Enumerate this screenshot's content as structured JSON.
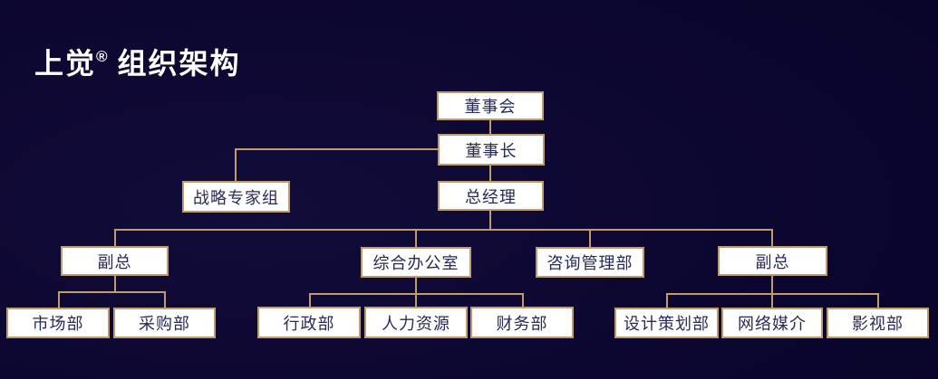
{
  "page": {
    "title": {
      "brand": "上觉",
      "reg_mark": "®",
      "rest": " 组织架构"
    }
  },
  "theme": {
    "background": "#0b0530",
    "line_color": "#bf9c6a",
    "box_fill": "#ffffff",
    "box_border": "#bf9c6a",
    "box_text_color": "#272b58",
    "title_color": "#ffffff"
  },
  "org_chart": {
    "type": "org-tree",
    "nodes": [
      {
        "id": "board",
        "label": "董事会",
        "level": 1
      },
      {
        "id": "chairman",
        "label": "董事长",
        "level": 2
      },
      {
        "id": "strategy",
        "label": "战略专家组",
        "level": 3
      },
      {
        "id": "gm",
        "label": "总经理",
        "level": 3
      },
      {
        "id": "vp-left",
        "label": "副总",
        "level": 4
      },
      {
        "id": "office",
        "label": "综合办公室",
        "level": 4
      },
      {
        "id": "consulting",
        "label": "咨询管理部",
        "level": 4
      },
      {
        "id": "vp-right",
        "label": "副总",
        "level": 4
      },
      {
        "id": "marketing",
        "label": "市场部",
        "level": 5
      },
      {
        "id": "procurement",
        "label": "采购部",
        "level": 5
      },
      {
        "id": "admin",
        "label": "行政部",
        "level": 5
      },
      {
        "id": "hr",
        "label": "人力资源",
        "level": 5
      },
      {
        "id": "finance",
        "label": "财务部",
        "level": 5
      },
      {
        "id": "design",
        "label": "设计策划部",
        "level": 5
      },
      {
        "id": "media",
        "label": "网络媒介",
        "level": 5
      },
      {
        "id": "film",
        "label": "影视部",
        "level": 5
      }
    ],
    "edges": [
      {
        "from": "board",
        "to": "chairman"
      },
      {
        "from": "chairman",
        "to": "strategy"
      },
      {
        "from": "chairman",
        "to": "gm"
      },
      {
        "from": "gm",
        "to": "vp-left"
      },
      {
        "from": "gm",
        "to": "office"
      },
      {
        "from": "gm",
        "to": "consulting"
      },
      {
        "from": "gm",
        "to": "vp-right"
      },
      {
        "from": "vp-left",
        "to": "marketing"
      },
      {
        "from": "vp-left",
        "to": "procurement"
      },
      {
        "from": "office",
        "to": "admin"
      },
      {
        "from": "office",
        "to": "hr"
      },
      {
        "from": "office",
        "to": "finance"
      },
      {
        "from": "vp-right",
        "to": "design"
      },
      {
        "from": "vp-right",
        "to": "media"
      },
      {
        "from": "vp-right",
        "to": "film"
      }
    ]
  }
}
